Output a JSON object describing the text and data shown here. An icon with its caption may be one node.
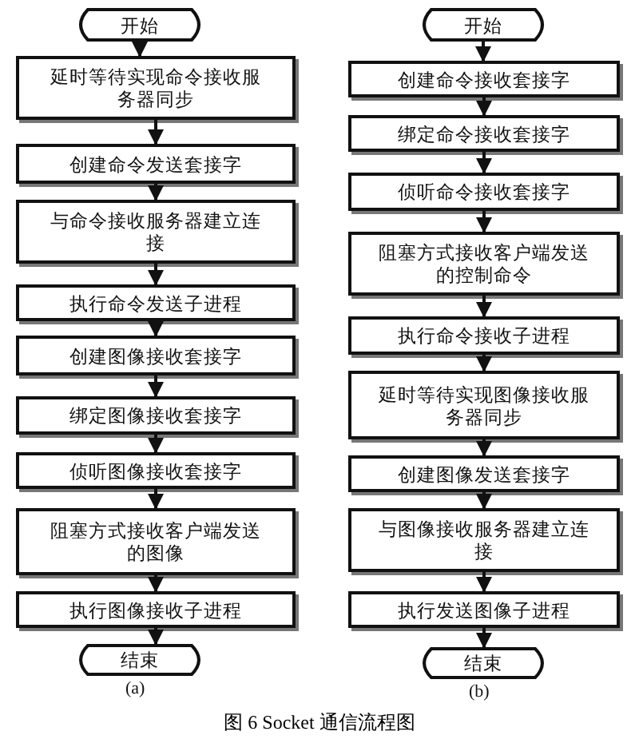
{
  "diagram": {
    "caption": "图 6 Socket 通信流程图",
    "nodes": [
      {
        "text": [
          "开始"
        ]
      },
      {
        "text": [
          "延时等待实现命令接收服务器同步"
        ]
      },
      {
        "text": [
          "创建命令发送套接字"
        ]
      },
      {
        "text": [
          "与命令接收服务器建立连接"
        ]
      },
      {
        "text": [
          "执行命令发送子进程"
        ]
      },
      {
        "text": [
          "创建图像接收套接字"
        ]
      },
      {
        "text": [
          "绑定图像接收套接字"
        ]
      },
      {
        "text": [
          "侦听图像接收套接字"
        ]
      },
      {
        "text": [
          "阻塞方式接收客户端发送的图像"
        ]
      },
      {
        "text": [
          "执行图像接收子进程"
        ]
      },
      {
        "text": [
          "结束"
        ],
        "beside": [
          "(a)"
        ]
      },
      {
        "text": [
          "开始"
        ]
      },
      {
        "text": [
          "创建命令接收套接字"
        ]
      },
      {
        "text": [
          "绑定命令接收套接字"
        ]
      },
      {
        "text": [
          "侦听命令接收套接字"
        ]
      },
      {
        "text": [
          "阻塞方式接收客户端发送的控制命令"
        ]
      },
      {
        "text": [
          "执行命令接收子进程"
        ]
      },
      {
        "text": [
          "延时等待实现图像接收服务器同步"
        ]
      },
      {
        "text": [
          "创建图像发送套接字"
        ]
      },
      {
        "text": [
          "与图像接收服务器建立连接"
        ]
      },
      {
        "text": [
          "执行发送图像子进程"
        ]
      },
      {
        "text": [
          "结束"
        ],
        "beside": [
          "(b)"
        ]
      }
    ],
    "edges": [
      {
        "from": 0,
        "to": 1,
        "arrow": "to"
      },
      {
        "from": 1,
        "to": 2,
        "arrow": "to"
      },
      {
        "from": 2,
        "to": 3,
        "arrow": "to"
      },
      {
        "from": 3,
        "to": 4,
        "arrow": "to"
      },
      {
        "from": 4,
        "to": 5,
        "arrow": "to"
      },
      {
        "from": 5,
        "to": 6,
        "arrow": "to"
      },
      {
        "from": 6,
        "to": 7,
        "arrow": "to"
      },
      {
        "from": 7,
        "to": 8,
        "arrow": "to"
      },
      {
        "from": 8,
        "to": 9,
        "arrow": "to"
      },
      {
        "from": 9,
        "to": 10,
        "arrow": "to"
      },
      {
        "from": 11,
        "to": 12,
        "arrow": "to"
      },
      {
        "from": 12,
        "to": 13,
        "arrow": "to"
      },
      {
        "from": 13,
        "to": 14,
        "arrow": "to"
      },
      {
        "from": 14,
        "to": 15,
        "arrow": "to"
      },
      {
        "from": 15,
        "to": 16,
        "arrow": "to"
      },
      {
        "from": 16,
        "to": 17,
        "arrow": "to"
      },
      {
        "from": 17,
        "to": 18,
        "arrow": "to"
      },
      {
        "from": 18,
        "to": 19,
        "arrow": "to"
      },
      {
        "from": 19,
        "to": 20,
        "arrow": "to"
      },
      {
        "from": 20,
        "to": 21,
        "arrow": "to"
      }
    ]
  }
}
